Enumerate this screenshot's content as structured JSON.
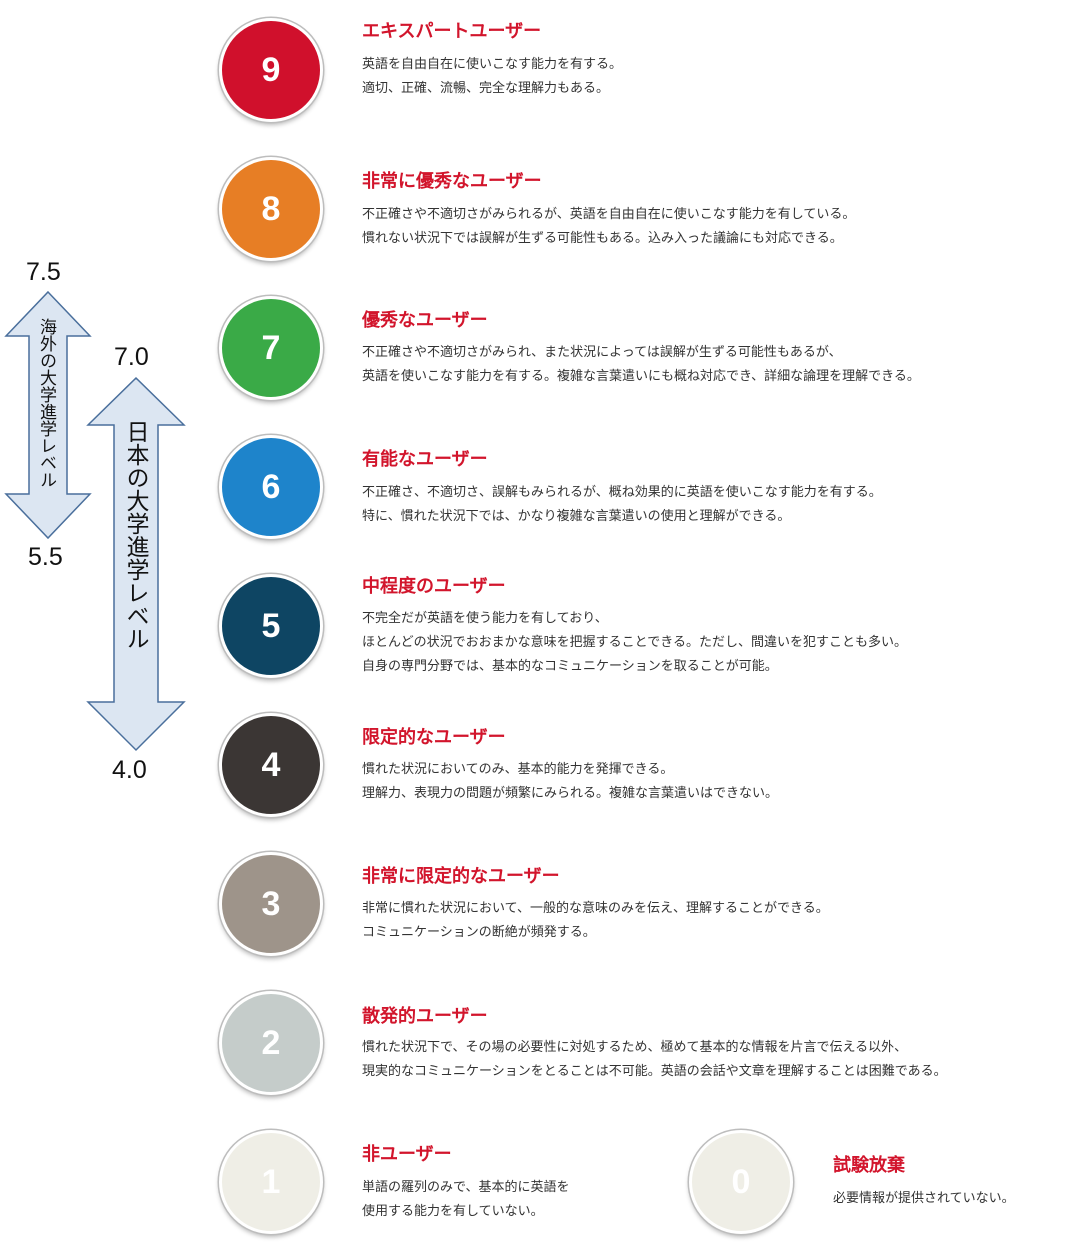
{
  "levels": {
    "overseas": {
      "label": "海外の大学進学レベル",
      "top": "7.5",
      "bottom": "5.5"
    },
    "japan": {
      "label": "日本の大学進学レベル",
      "top": "7.0",
      "bottom": "4.0"
    }
  },
  "arrow_colors": {
    "fill": "#dce6f2",
    "stroke": "#4a6f9c"
  },
  "bands": [
    {
      "score": "9",
      "color": "#d0102c",
      "title": "エキスパートユーザー",
      "lines": [
        "英語を自由自在に使いこなす能力を有する。",
        "適切、正確、流暢、完全な理解力もある。"
      ]
    },
    {
      "score": "8",
      "color": "#e77e25",
      "title": "非常に優秀なユーザー",
      "lines": [
        "不正確さや不適切さがみられるが、英語を自由自在に使いこなす能力を有している。",
        "慣れない状況下では誤解が生ずる可能性もある。込み入った議論にも対応できる。"
      ]
    },
    {
      "score": "7",
      "color": "#3aaa47",
      "title": "優秀なユーザー",
      "lines": [
        "不正確さや不適切さがみられ、また状況によっては誤解が生ずる可能性もあるが、",
        "英語を使いこなす能力を有する。複雑な言葉遣いにも概ね対応でき、詳細な論理を理解できる。"
      ]
    },
    {
      "score": "6",
      "color": "#1e84cb",
      "title": "有能なユーザー",
      "lines": [
        "不正確さ、不適切さ、誤解もみられるが、概ね効果的に英語を使いこなす能力を有する。",
        "特に、慣れた状況下では、かなり複雑な言葉遣いの使用と理解ができる。"
      ]
    },
    {
      "score": "5",
      "color": "#0e4563",
      "title": "中程度のユーザー",
      "lines": [
        "不完全だが英語を使う能力を有しており、",
        "ほとんどの状況でおおまかな意味を把握することできる。ただし、間違いを犯すことも多い。",
        "自身の専門分野では、基本的なコミュニケーションを取ることが可能。"
      ]
    },
    {
      "score": "4",
      "color": "#3b3634",
      "title": "限定的なユーザー",
      "lines": [
        "慣れた状況においてのみ、基本的能力を発揮できる。",
        "理解力、表現力の問題が頻繁にみられる。複雑な言葉遣いはできない。"
      ]
    },
    {
      "score": "3",
      "color": "#9e948a",
      "title": "非常に限定的なユーザー",
      "lines": [
        "非常に慣れた状況において、一般的な意味のみを伝え、理解することができる。",
        "コミュニケーションの断絶が頻発する。"
      ]
    },
    {
      "score": "2",
      "color": "#c5ccca",
      "title": "散発的ユーザー",
      "lines": [
        "慣れた状況下で、その場の必要性に対処するため、極めて基本的な情報を片言で伝える以外、",
        "現実的なコミュニケーションをとることは不可能。英語の会話や文章を理解することは困難である。"
      ]
    },
    {
      "score": "1",
      "color": "#efeee6",
      "title": "非ユーザー",
      "lines": [
        "単語の羅列のみで、基本的に英語を",
        "使用する能力を有していない。"
      ]
    },
    {
      "score": "0",
      "color": "#efeee6",
      "title": "試験放棄",
      "lines": [
        "必要情報が提供されていない。"
      ]
    }
  ]
}
